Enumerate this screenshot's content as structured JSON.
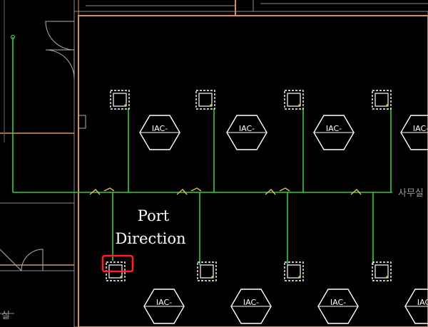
{
  "drawing": {
    "annotation": {
      "line1": "Port",
      "line2": "Direction"
    },
    "room_label": "사무실",
    "room_label_bottom": "실",
    "unit_label": "IAC-",
    "colors": {
      "background": "#000000",
      "wall": "#d9935a",
      "wall_inner": "#8a8a8a",
      "duct": "#3cc83c",
      "fitting": "#e0c060",
      "highlight": "#ff2020",
      "symbol": "#ffffff"
    }
  }
}
